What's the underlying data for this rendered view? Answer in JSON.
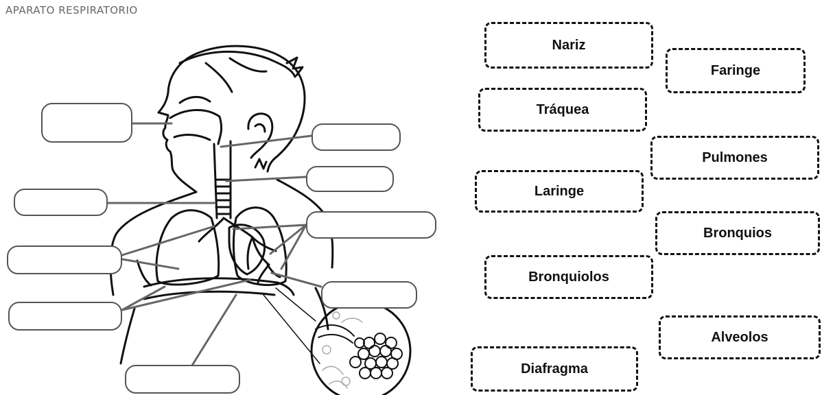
{
  "worksheet": {
    "title": "APARATO RESPIRATORIO"
  },
  "label_cards": [
    {
      "id": "nariz",
      "text": "Nariz"
    },
    {
      "id": "faringe",
      "text": "Faringe"
    },
    {
      "id": "traquea",
      "text": "Tráquea"
    },
    {
      "id": "pulmones",
      "text": "Pulmones"
    },
    {
      "id": "laringe",
      "text": "Laringe"
    },
    {
      "id": "bronquios",
      "text": "Bronquios"
    },
    {
      "id": "bronquiolos",
      "text": "Bronquiolos"
    },
    {
      "id": "alveolos",
      "text": "Alveolos"
    },
    {
      "id": "diafragma",
      "text": "Diafragma"
    }
  ],
  "colors": {
    "ink": "#111111",
    "leader_line": "#666666",
    "title": "#666666"
  }
}
